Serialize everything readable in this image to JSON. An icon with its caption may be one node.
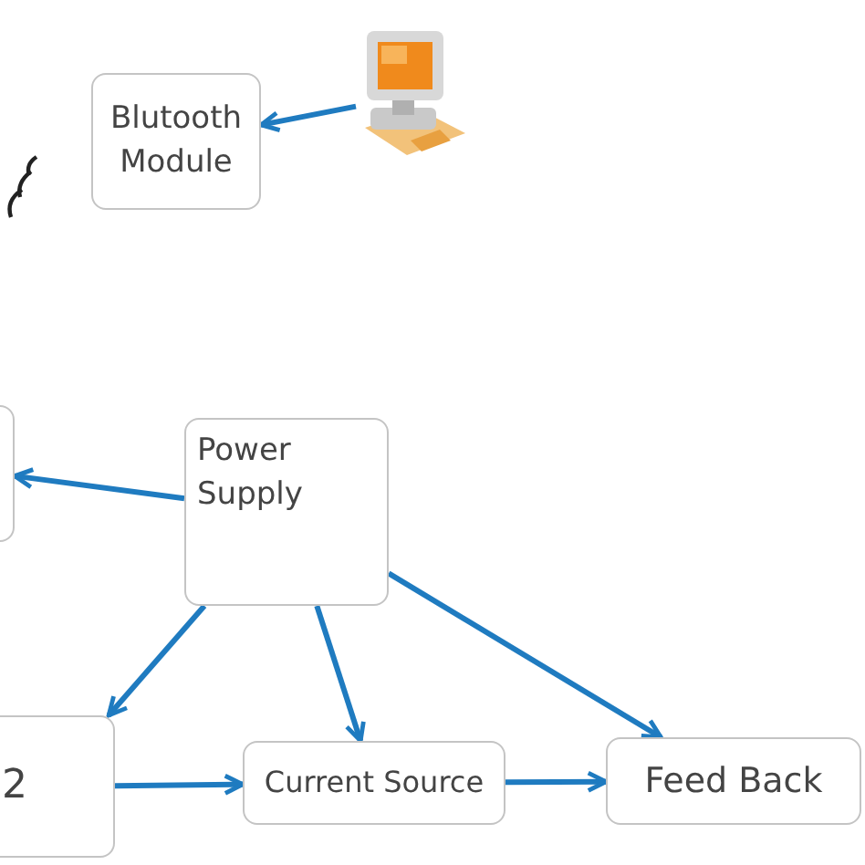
{
  "diagram": {
    "nodes": [
      {
        "text": [
          "Blutooth Module"
        ]
      },
      {
        "text": [],
        "shape": "picture"
      },
      {
        "text": [
          "Power Supply"
        ]
      },
      {
        "text": [],
        "shape": "box"
      },
      {
        "text": [
          "2"
        ]
      },
      {
        "text": [
          "Current Source"
        ]
      },
      {
        "text": [
          "Feed Back"
        ]
      }
    ],
    "edges": [
      {
        "from": 1,
        "to": 0,
        "arrow": "to"
      },
      {
        "from": 2,
        "to": 3,
        "arrow": "to"
      },
      {
        "from": 2,
        "to": 4,
        "arrow": "to"
      },
      {
        "from": 2,
        "to": 5,
        "arrow": "to"
      },
      {
        "from": 2,
        "to": 6,
        "arrow": "to"
      },
      {
        "from": 4,
        "to": 5,
        "arrow": "to"
      },
      {
        "from": 5,
        "to": 6,
        "arrow": "to"
      }
    ]
  }
}
